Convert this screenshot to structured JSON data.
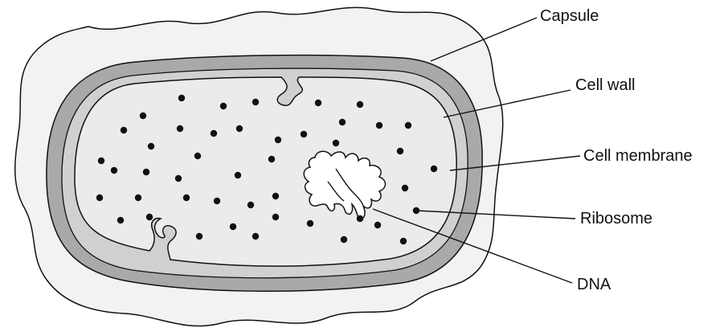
{
  "labels": {
    "capsule": "Capsule",
    "cell_wall": "Cell wall",
    "cell_membrane": "Cell membrane",
    "ribosome": "Ribosome",
    "dna": "DNA"
  },
  "colors": {
    "capsule": "#f2f2f2",
    "cell_wall": "#a9a9a9",
    "membrane_gap": "#d0d0d0",
    "cytoplasm": "#ebebeb",
    "outline": "#111111",
    "ribosome": "#111111",
    "dna_fill": "#ffffff"
  }
}
